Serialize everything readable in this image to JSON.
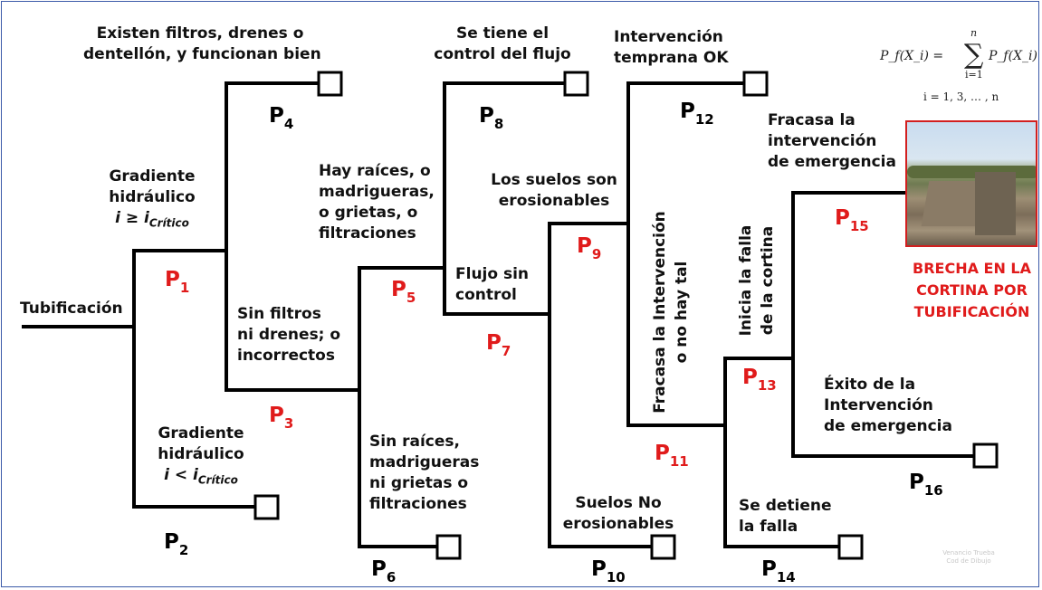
{
  "root": "Tubificación",
  "formula": {
    "lhs": "P_f(X_i) =",
    "sum_upper": "n",
    "sum_lower": "i=1",
    "rhs": "P_f(X_i)",
    "index": "i = 1, 3, … , n"
  },
  "branches": {
    "grad_high": [
      "Gradiente",
      "hidráulico"
    ],
    "grad_high_cond": {
      "main": "i ≥ i",
      "sub": "Crítico"
    },
    "grad_low": [
      "Gradiente",
      "hidráulico"
    ],
    "grad_low_cond": {
      "main": "i < i",
      "sub": "Crítico"
    },
    "filters_ok": [
      "Existen filtros, drenes o",
      "dentellón, y funcionan bien"
    ],
    "filters_bad": [
      "Sin filtros",
      "ni drenes; o",
      "incorrectos"
    ],
    "roots_yes": [
      "Hay raíces, o",
      "madrigueras,",
      "o grietas, o",
      "filtraciones"
    ],
    "roots_no": [
      "Sin raíces,",
      "madrigueras",
      "ni grietas o",
      "filtraciones"
    ],
    "flow_control": [
      "Se tiene el",
      "control del flujo"
    ],
    "flow_no_control": [
      "Flujo sin",
      "control"
    ],
    "erodible": [
      "Los suelos son",
      "erosionables"
    ],
    "non_erodible": [
      "Suelos No",
      "erosionables"
    ],
    "early_ok": [
      "Intervención",
      "temprana OK"
    ],
    "intervention_fails": [
      "Fracasa la Intervención",
      "o no hay tal"
    ],
    "failure_starts": [
      "Inicia la falla",
      "de la cortina"
    ],
    "failure_stops": [
      "Se detiene",
      "la falla"
    ],
    "emergency_fails": [
      "Fracasa la",
      "intervención",
      "de emergencia"
    ],
    "emergency_success": [
      "Éxito de la",
      "Intervención",
      "de emergencia"
    ]
  },
  "probabilities": {
    "p1": {
      "letter": "P",
      "index": "1"
    },
    "p2": {
      "letter": "P",
      "index": "2"
    },
    "p3": {
      "letter": "P",
      "index": "3"
    },
    "p4": {
      "letter": "P",
      "index": "4"
    },
    "p5": {
      "letter": "P",
      "index": "5"
    },
    "p6": {
      "letter": "P",
      "index": "6"
    },
    "p7": {
      "letter": "P",
      "index": "7"
    },
    "p8": {
      "letter": "P",
      "index": "8"
    },
    "p9": {
      "letter": "P",
      "index": "9"
    },
    "p10": {
      "letter": "P",
      "index": "10"
    },
    "p11": {
      "letter": "P",
      "index": "11"
    },
    "p12": {
      "letter": "P",
      "index": "12"
    },
    "p13": {
      "letter": "P",
      "index": "13"
    },
    "p14": {
      "letter": "P",
      "index": "14"
    },
    "p15": {
      "letter": "P",
      "index": "15"
    },
    "p16": {
      "letter": "P",
      "index": "16"
    }
  },
  "outcome_caption": [
    "BRECHA EN LA",
    "CORTINA POR",
    "TUBIFICACIÓN"
  ],
  "watermark": [
    "Venancio Trueba",
    "Cod de Dibujo"
  ],
  "colors": {
    "line": "#000000",
    "accent_red": "#e01b1b",
    "border": "#3b5aa8"
  }
}
